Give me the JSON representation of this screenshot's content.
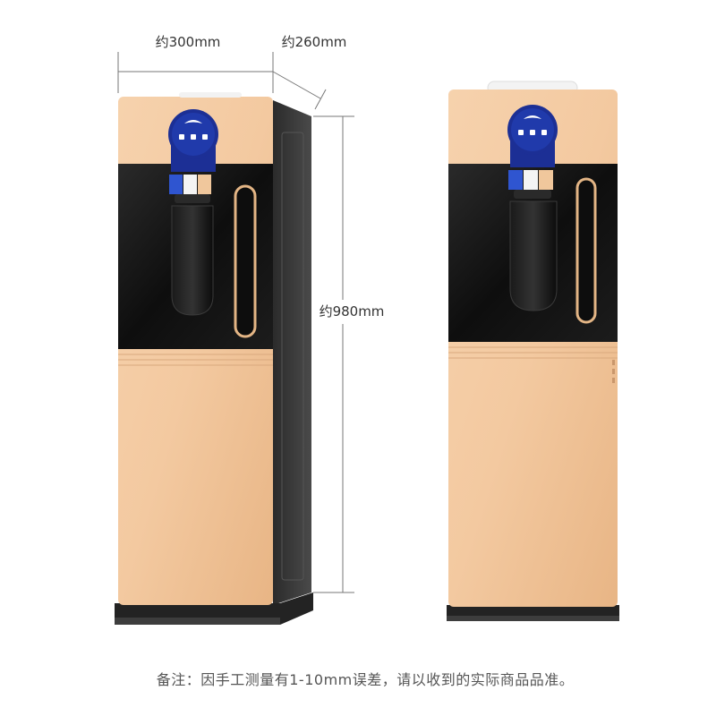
{
  "dimensions": {
    "width_label": "约300mm",
    "depth_label": "约260mm",
    "height_label": "约980mm"
  },
  "note": "备注：因手工测量有1-10mm误差，请以收到的实际商品品准。",
  "colors": {
    "gold": "#f3cba3",
    "gold_dark": "#e2ad7c",
    "panel_black": "#121212",
    "control_blue": "#1c2f95",
    "side_gray": "#3a3a3a",
    "dimension_line": "#777777"
  }
}
